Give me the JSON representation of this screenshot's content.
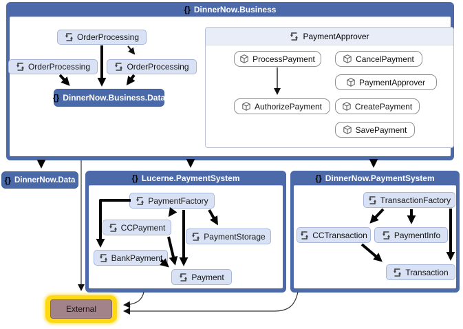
{
  "glyphs": {
    "namespace": "{}"
  },
  "colors": {
    "container_blue": "#4c6aa9",
    "node_fill": "#d9e2f4",
    "node_border": "#a7b6da",
    "dark_node_fill": "#4a69a8",
    "approver_header_fill": "#e9edf8",
    "external_fill": "#a3838a",
    "external_glow": "#ffd913",
    "arrow": "#000000"
  },
  "business": {
    "title": "DinnerNow.Business",
    "op_top": "OrderProcessing",
    "op_left": "OrderProcessing",
    "op_right": "OrderProcessing",
    "data_node": "DinnerNow.Business.Data",
    "approver": {
      "title": "PaymentApprover",
      "process": "ProcessPayment",
      "cancel": "CancelPayment",
      "approver": "PaymentApprover",
      "authorize": "AuthorizePayment",
      "create": "CreatePayment",
      "save": "SavePayment"
    }
  },
  "data_ns": {
    "title": "DinnerNow.Data"
  },
  "lucerne": {
    "title": "Lucerne.PaymentSystem",
    "factory": "PaymentFactory",
    "cc": "CCPayment",
    "storage": "PaymentStorage",
    "bank": "BankPayment",
    "payment": "Payment"
  },
  "dnps": {
    "title": "DinnerNow.PaymentSystem",
    "factory": "TransactionFactory",
    "cc": "CCTransaction",
    "info": "PaymentInfo",
    "transaction": "Transaction"
  },
  "external": {
    "label": "External"
  }
}
